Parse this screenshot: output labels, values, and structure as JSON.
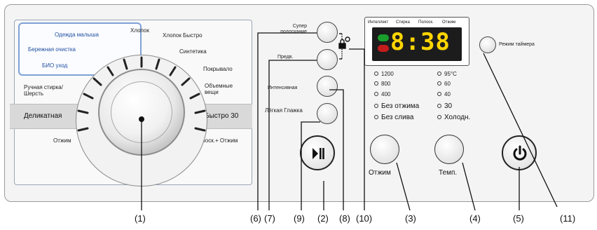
{
  "programs": {
    "baby_clothes": "Одежда малыша",
    "gentle_wash": "Бережная очистка",
    "bio_care": "БИО уход",
    "cotton": "Хлопок",
    "cotton_fast": "Хлопок Быстро",
    "synthetics": "Синтетика",
    "blanket": "Покрывало",
    "hand_wool": "Ручная стирка/ Шерсть",
    "mixed_fabrics": "Объемные вещи",
    "delicate": "Деликатная",
    "quick30": "Быстро 30",
    "spin": "Отжим",
    "rinse_spin": "Полоск.+ Отжим"
  },
  "option_buttons": {
    "super_rinse": "Супер полоскание",
    "prewash": "Предв.",
    "intensive": "Интенсивная",
    "easy_iron": "Лёгкая Глажка"
  },
  "display": {
    "tabs": [
      "Интеллект",
      "Стирка",
      "Полоск.",
      "Отжим"
    ],
    "time": "8:38"
  },
  "spin_options": [
    "1200",
    "800",
    "400",
    "Без отжима",
    "Без слива"
  ],
  "temp_options": [
    "95°C",
    "60",
    "40",
    "30",
    "Холодн."
  ],
  "buttons": {
    "spin_label": "Отжим",
    "temp_label": "Темп.",
    "timer_label": "Режим таймера"
  },
  "callouts": [
    "(1)",
    "(6)",
    "(7)",
    "(9)",
    "(2)",
    "(8)",
    "(10)",
    "(3)",
    "(4)",
    "(5)",
    "(11)"
  ],
  "colors": {
    "display_digits": "#ffd500",
    "indicator_green": "#1a9e2c",
    "indicator_red": "#c41c1c",
    "program_text_blue": "#1f4fa0"
  },
  "icons": {
    "start_pause": "play-pause-icon",
    "power": "power-icon",
    "child_lock": "child-lock-icon"
  }
}
